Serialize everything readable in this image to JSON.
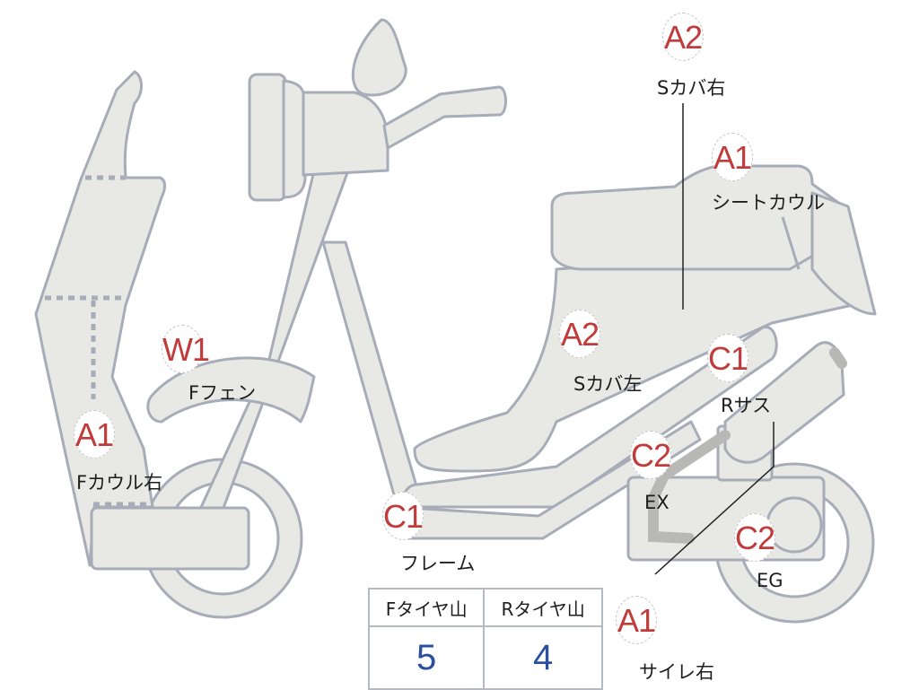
{
  "diagram": {
    "subject": "scooter-damage-diagram",
    "colors": {
      "part_fill": "#e8e8e4",
      "part_stroke": "#a7acb8",
      "grade_text": "#c23b3b",
      "tread_value": "#2b4fa0"
    },
    "annotations": [
      {
        "grade": "A2",
        "part": "Sカバ右"
      },
      {
        "grade": "A1",
        "part": "シートカウル"
      },
      {
        "grade": "W1",
        "part": "Fフェン"
      },
      {
        "grade": "A2",
        "part": "Sカバ左"
      },
      {
        "grade": "C1",
        "part": "Rサス"
      },
      {
        "grade": "A1",
        "part": "Fカウル右"
      },
      {
        "grade": "C2",
        "part": "EX"
      },
      {
        "grade": "C1",
        "part": "フレーム"
      },
      {
        "grade": "C2",
        "part": "EG"
      },
      {
        "grade": "A1",
        "part": "サイレ右"
      }
    ]
  },
  "tire_table": {
    "headers": [
      "Fタイヤ山",
      "Rタイヤ山"
    ],
    "values": [
      "5",
      "4"
    ]
  }
}
